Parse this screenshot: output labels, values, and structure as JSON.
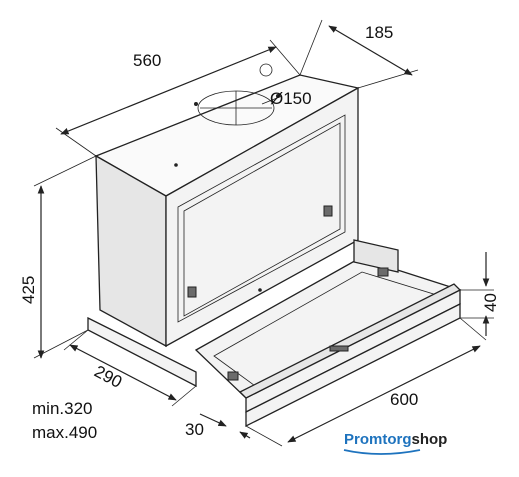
{
  "dimensions": {
    "depth_top": "185",
    "width_top": "560",
    "duct_diameter": "Ø150",
    "height": "425",
    "depth_bottom": "290",
    "front_panel_height": "40",
    "width_front": "600",
    "drawer_offset": "30"
  },
  "notes": {
    "min": "min.320",
    "max": "max.490"
  },
  "brand": {
    "part1": "Promtorg",
    "part2": "shop"
  },
  "colors": {
    "brand_blue": "#1e73be",
    "line": "#222222"
  }
}
